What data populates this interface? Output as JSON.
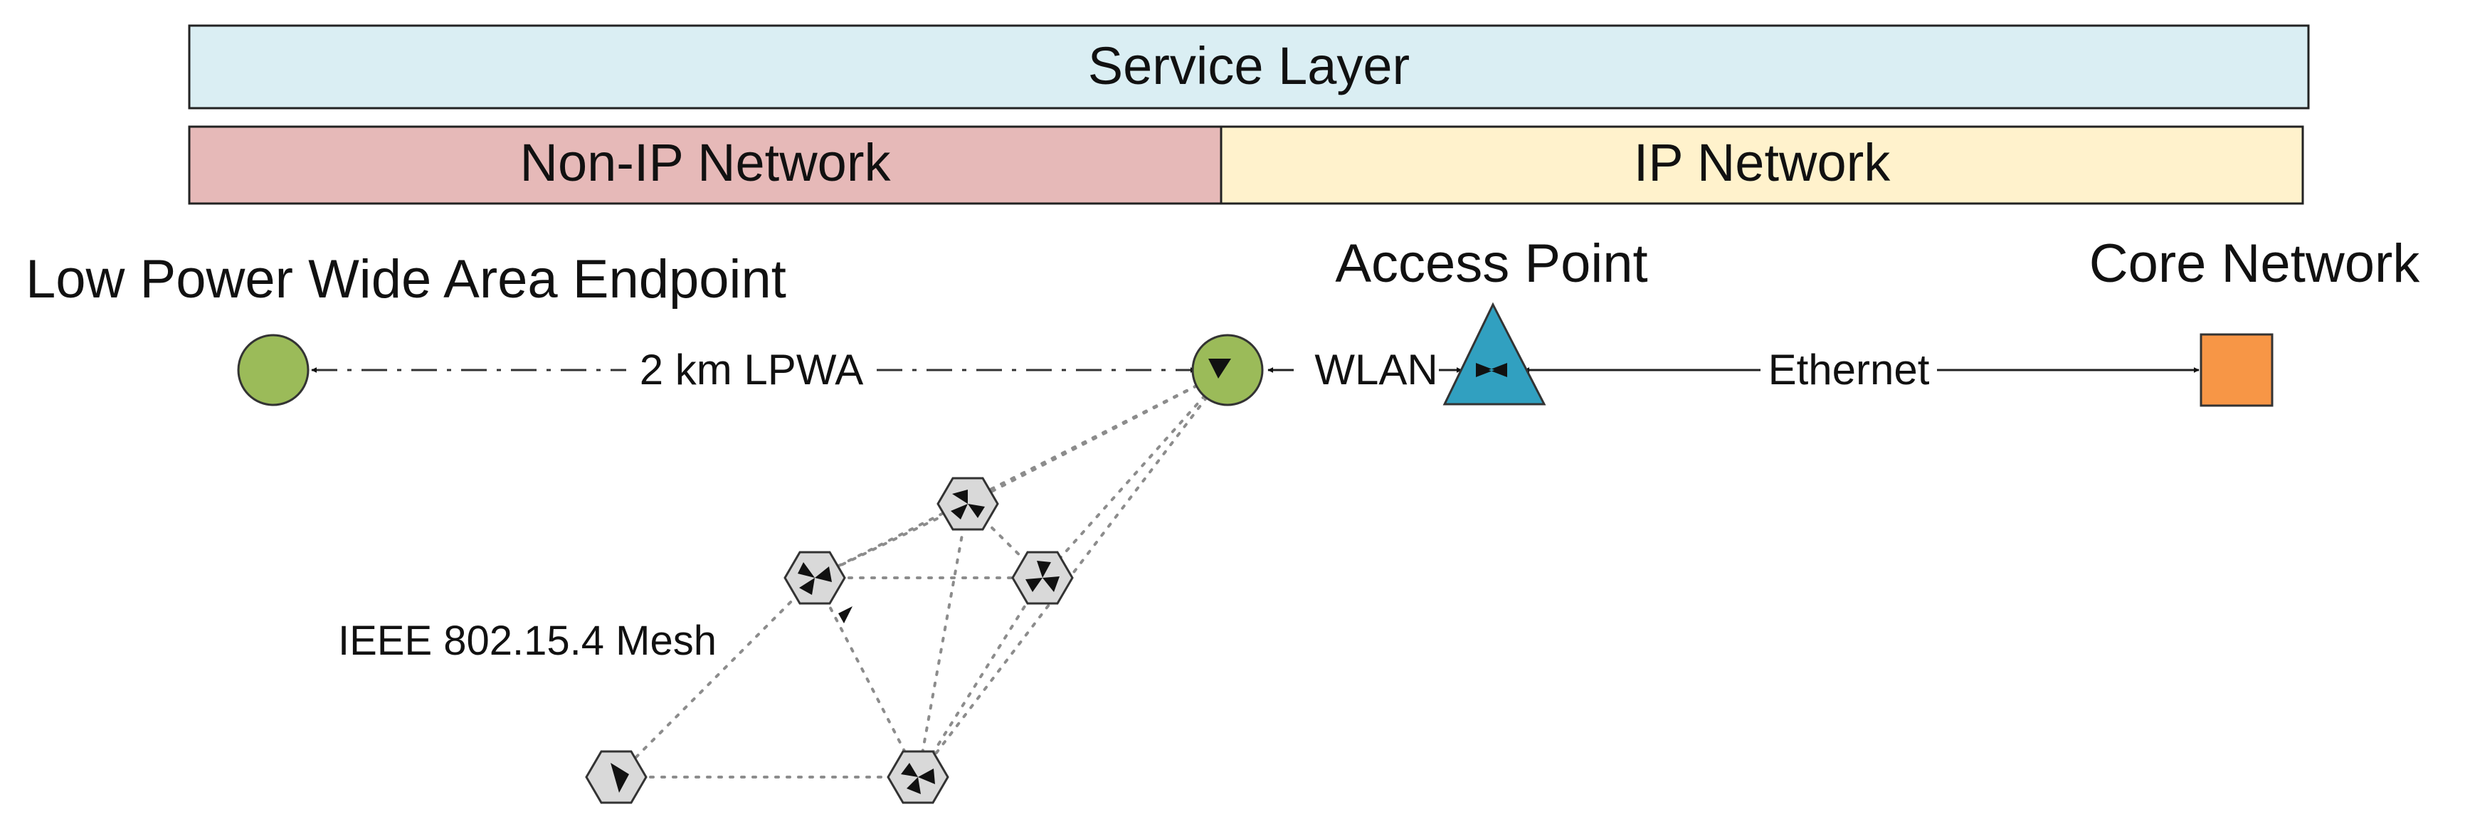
{
  "layers": {
    "service": {
      "label": "Service Layer",
      "fill": "#DAEEF3"
    },
    "non_ip": {
      "label": "Non-IP Network",
      "fill": "#E6B9B8"
    },
    "ip": {
      "label": "IP Network",
      "fill": "#FFF2CC"
    }
  },
  "nodes": {
    "endpoint": {
      "label": "Low Power Wide Area Endpoint",
      "shape": "circle",
      "fill": "#9BBB59"
    },
    "gateway": {
      "shape": "circle",
      "fill": "#9BBB59"
    },
    "access_point": {
      "label": "Access Point",
      "shape": "triangle",
      "fill": "#31A0C0"
    },
    "core_network": {
      "label": "Core Network",
      "shape": "square",
      "fill": "#F79646"
    }
  },
  "links": {
    "lpwa": {
      "label": "2 km LPWA",
      "style": "dash-dot"
    },
    "wlan": {
      "label": "WLAN",
      "style": "solid"
    },
    "ethernet": {
      "label": "Ethernet",
      "style": "solid"
    }
  },
  "mesh": {
    "label": "IEEE 802.15.4 Mesh",
    "node_fill": "#D9D9D9",
    "node_shape": "hexagon",
    "link_style": "dotted"
  },
  "colors": {
    "stroke": "#1a1a1a",
    "mesh_link": "#8c8c8c"
  }
}
